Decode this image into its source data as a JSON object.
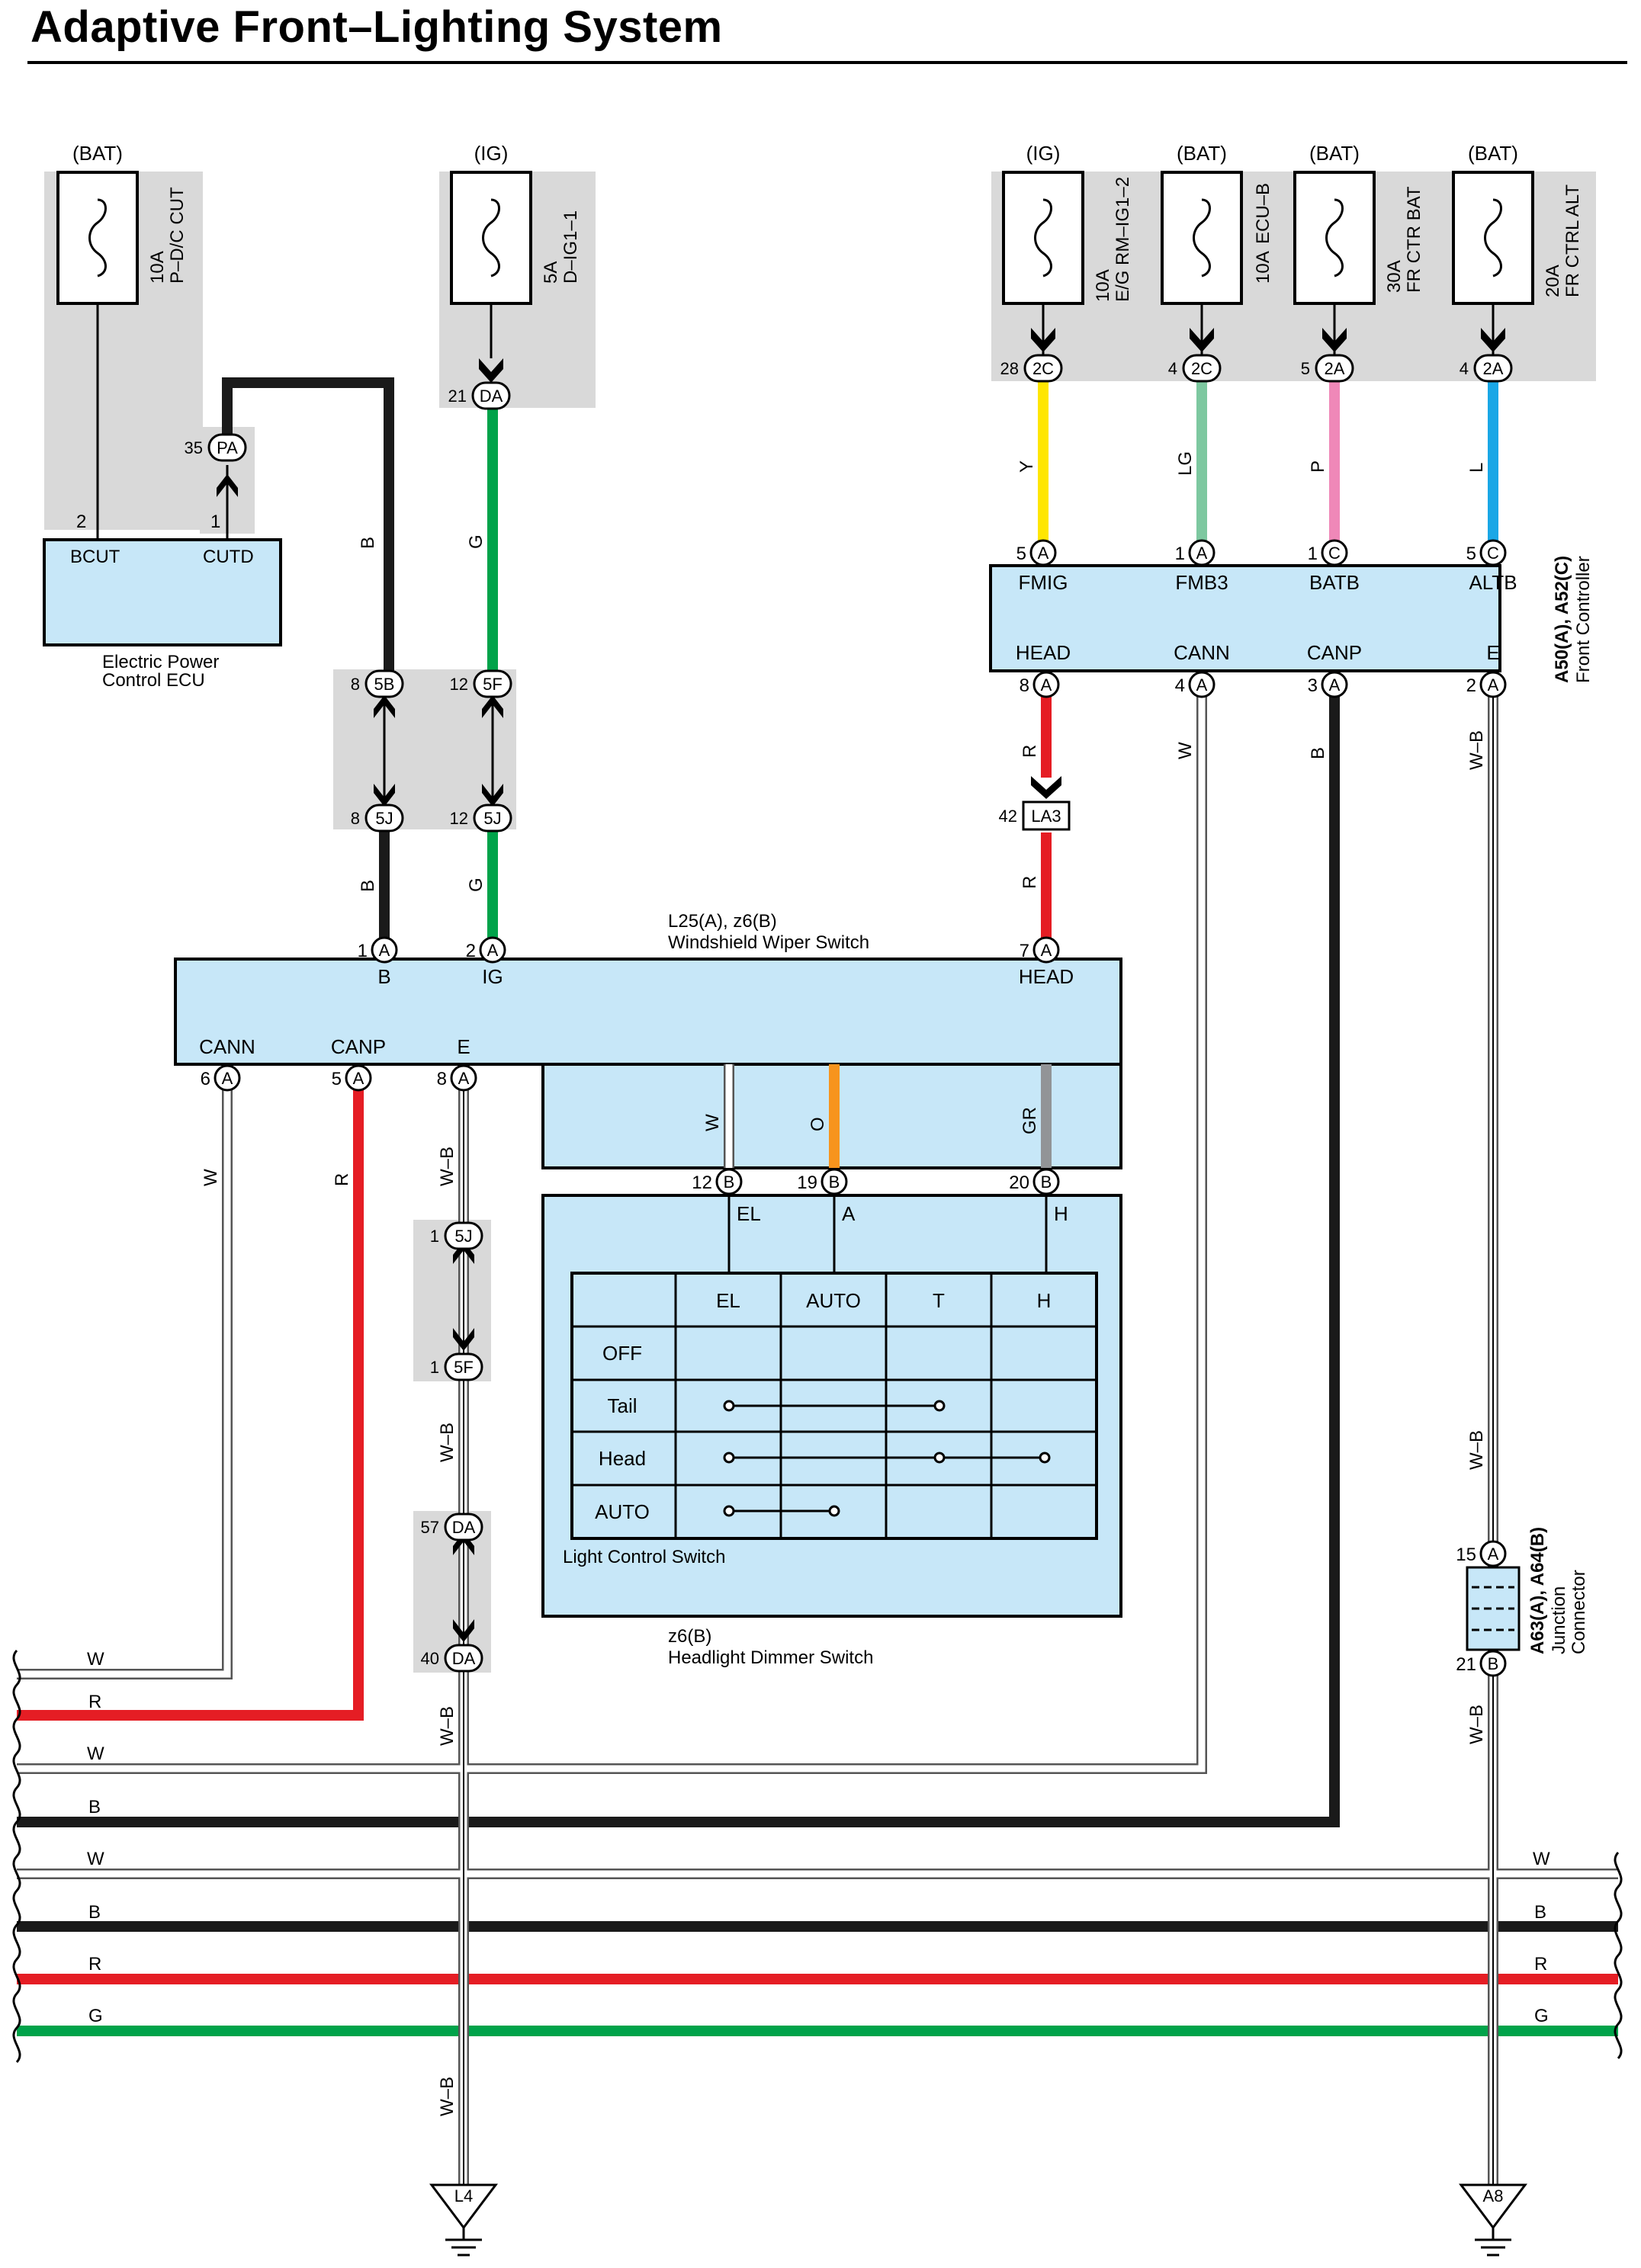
{
  "page": {
    "title": "Adaptive Front–Lighting System"
  },
  "colors": {
    "B": "#1a1a1a",
    "G": "#00a34a",
    "Y": "#ffe600",
    "LG": "#7dc8a0",
    "P": "#ef88b8",
    "L": "#1aa7e6",
    "R": "#e51d24",
    "W": "#ffffff",
    "O": "#f7941d",
    "GR": "#929497",
    "W-B": "#ffffff",
    "component_fill": "#c7e7f8",
    "shade": "#d9d9d9"
  },
  "fuses": [
    {
      "source": "(BAT)",
      "amp": "10A",
      "name": "P–D/C CUT"
    },
    {
      "source": "(IG)",
      "amp": "5A",
      "name": "D–IG1–1"
    },
    {
      "source": "(IG)",
      "amp": "10A",
      "name": "E/G RM–IG1–2"
    },
    {
      "source": "(BAT)",
      "amp": "10A",
      "name": "ECU–B"
    },
    {
      "source": "(BAT)",
      "amp": "30A",
      "name": "FR CTR BAT"
    },
    {
      "source": "(BAT)",
      "amp": "20A",
      "name": "FR CTRL ALT"
    }
  ],
  "connectors": [
    {
      "pin": "35",
      "id": "PA"
    },
    {
      "pin": "21",
      "id": "DA"
    },
    {
      "pin": "28",
      "id": "2C"
    },
    {
      "pin": "4",
      "id": "2C"
    },
    {
      "pin": "5",
      "id": "2A"
    },
    {
      "pin": "4",
      "id": "2A"
    },
    {
      "pin": "8",
      "id": "5B"
    },
    {
      "pin": "12",
      "id": "5F"
    },
    {
      "pin": "8",
      "id": "5J"
    },
    {
      "pin": "12",
      "id": "5J"
    },
    {
      "pin": "42",
      "id": "LA3"
    },
    {
      "pin": "1",
      "id": "5J"
    },
    {
      "pin": "1",
      "id": "5F"
    },
    {
      "pin": "57",
      "id": "DA"
    },
    {
      "pin": "40",
      "id": "DA"
    }
  ],
  "ecu": {
    "name_line1": "Electric Power",
    "name_line2": "Control ECU",
    "pins": [
      {
        "num": "2",
        "label": "BCUT"
      },
      {
        "num": "1",
        "label": "CUTD"
      }
    ]
  },
  "front_controller": {
    "code": "A50(A), A52(C)",
    "name": "Front Controller",
    "top_pins": [
      {
        "num": "5",
        "id": "A",
        "label": "FMIG"
      },
      {
        "num": "1",
        "id": "A",
        "label": "FMB3"
      },
      {
        "num": "1",
        "id": "C",
        "label": "BATB"
      },
      {
        "num": "5",
        "id": "C",
        "label": "ALTB"
      }
    ],
    "bottom_pins": [
      {
        "num": "8",
        "id": "A",
        "label": "HEAD"
      },
      {
        "num": "4",
        "id": "A",
        "label": "CANN"
      },
      {
        "num": "3",
        "id": "A",
        "label": "CANP"
      },
      {
        "num": "2",
        "id": "A",
        "label": "E"
      }
    ]
  },
  "wiper_switch": {
    "code": "L25(A), z6(B)",
    "name": "Windshield Wiper Switch",
    "top_pins": [
      {
        "num": "1",
        "id": "A",
        "label": "B"
      },
      {
        "num": "2",
        "id": "A",
        "label": "IG"
      },
      {
        "num": "7",
        "id": "A",
        "label": "HEAD"
      }
    ],
    "bottom_pins": [
      {
        "num": "6",
        "id": "A",
        "label": "CANN"
      },
      {
        "num": "5",
        "id": "A",
        "label": "CANP"
      },
      {
        "num": "8",
        "id": "A",
        "label": "E"
      }
    ]
  },
  "dimmer_switch": {
    "code": "z6(B)",
    "name": "Headlight Dimmer Switch",
    "pins": [
      {
        "num": "12",
        "id": "B",
        "label": "EL"
      },
      {
        "num": "19",
        "id": "B",
        "label": "A"
      },
      {
        "num": "20",
        "id": "B",
        "label": "H"
      }
    ],
    "table": {
      "columns": [
        "EL",
        "AUTO",
        "T",
        "H"
      ],
      "rows": [
        "OFF",
        "Tail",
        "Head",
        "AUTO"
      ],
      "caption": "Light Control Switch"
    }
  },
  "junction": {
    "code": "A63(A), A64(B)",
    "name_line1": "Junction",
    "name_line2": "Connector",
    "pins": [
      {
        "num": "15",
        "id": "A"
      },
      {
        "num": "21",
        "id": "B"
      }
    ]
  },
  "grounds": [
    "L4",
    "A8"
  ],
  "wire_labels": {
    "fuse_feeds": [
      "Y",
      "LG",
      "P",
      "L"
    ],
    "b_link": "B",
    "g_link": "G",
    "head": "R",
    "cann": "W",
    "canp": "B",
    "e": "W–B",
    "inner": [
      "W",
      "O",
      "GR"
    ],
    "left": [
      "W",
      "R",
      "W",
      "B",
      "W",
      "B",
      "R",
      "G"
    ],
    "right": [
      "W",
      "B",
      "R",
      "G"
    ]
  }
}
